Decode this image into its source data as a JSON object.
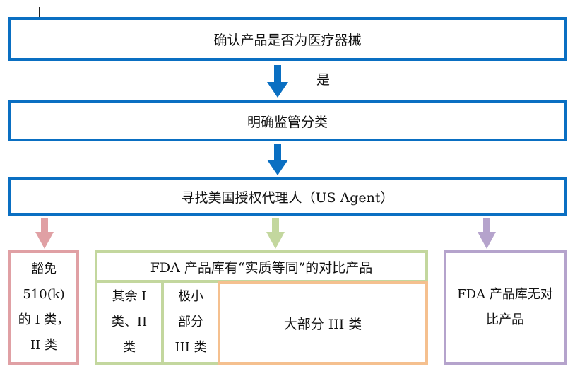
{
  "steps": {
    "confirm": "确认产品是否为医疗器械",
    "yes": "是",
    "classify": "明确监管分类",
    "agent": "寻找美国授权代理人（US Agent）"
  },
  "categories": {
    "exempt": "豁免\n510(k)\n的 I 类，\nII 类",
    "fda_has_header": "FDA 产品库有“实质等同”的对比产品",
    "others": "其余 I\n类、II\n类",
    "minor": "极小\n部分\nIII 类",
    "majority": "大部分 III 类",
    "fda_none": "FDA 产品库无对\n比产品"
  },
  "colors": {
    "blue": "#0a6fc2",
    "red": "#e0a0a4",
    "green": "#c3d79e",
    "orange": "#f5c08f",
    "purple": "#b5a3cc"
  }
}
